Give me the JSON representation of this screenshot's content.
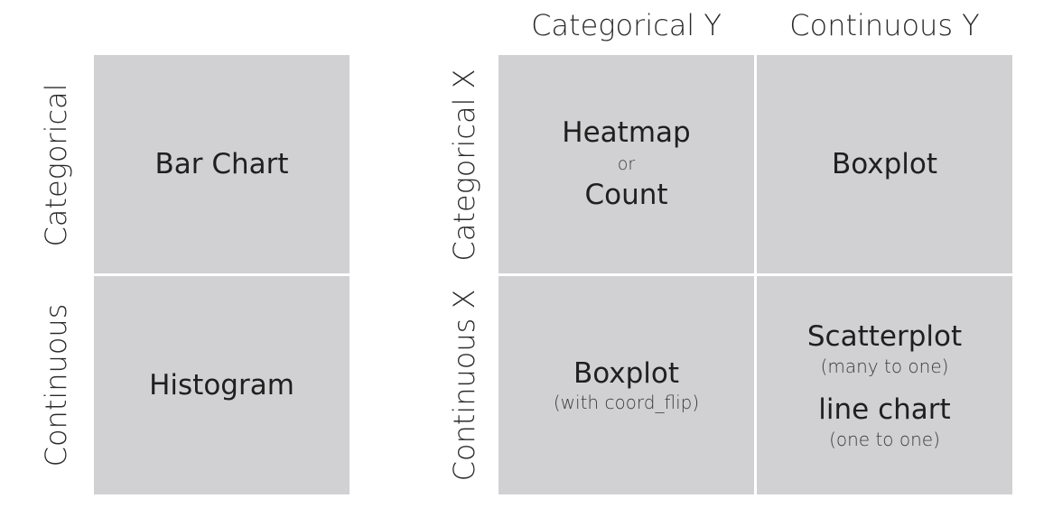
{
  "univariate": {
    "row_labels": [
      "Categorical",
      "Continuous"
    ],
    "cells": [
      {
        "main": "Bar Chart"
      },
      {
        "main": "Histogram"
      }
    ]
  },
  "bivariate": {
    "col_headers": [
      "Categorical Y",
      "Continuous Y"
    ],
    "row_labels": [
      "Categorical X",
      "Continuous X"
    ],
    "cells": {
      "cat_x_cat_y": {
        "main_1": "Heatmap",
        "connector": "or",
        "main_2": "Count"
      },
      "cat_x_cont_y": {
        "main": "Boxplot"
      },
      "cont_x_cat_y": {
        "main": "Boxplot",
        "note": "(with coord_flip)"
      },
      "cont_x_cont_y": {
        "main_1": "Scatterplot",
        "note_1": "(many to one)",
        "main_2": "line chart",
        "note_2": "(one to one)"
      }
    }
  },
  "colors": {
    "cell_fill": "#d1d1d3",
    "divider": "#ffffff",
    "text": "#1f1f1f"
  }
}
